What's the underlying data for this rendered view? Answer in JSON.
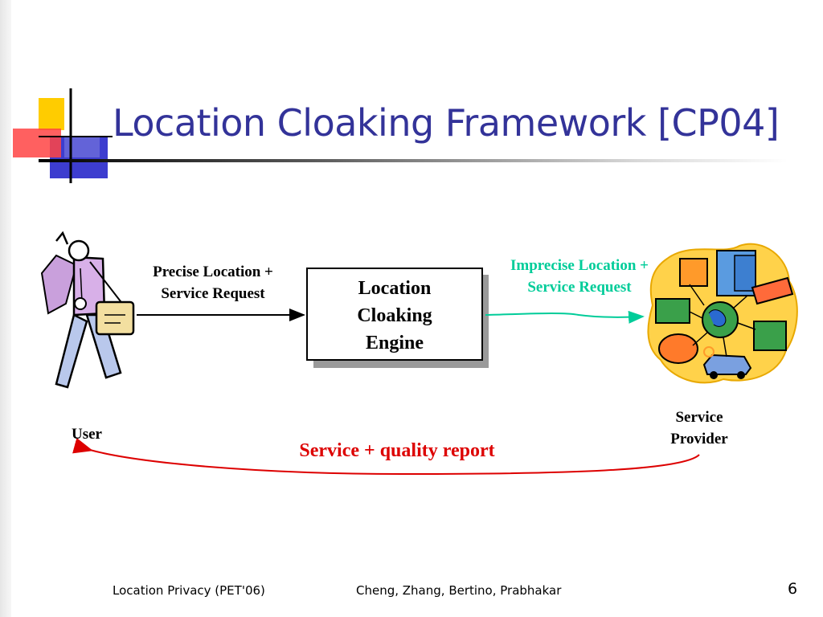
{
  "slide": {
    "title": "Location Cloaking Framework [CP04]",
    "footer_left": "Location Privacy (PET'06)",
    "footer_center": "Cheng, Zhang, Bertino, Prabhakar",
    "page_number": "6"
  },
  "diagram": {
    "user_label": "User",
    "engine_line1": "Location",
    "engine_line2": "Cloaking",
    "engine_line3": "Engine",
    "request_line1": "Precise Location +",
    "request_line2": "Service Request",
    "forward_line1": "Imprecise Location +",
    "forward_line2": "Service Request",
    "provider_line1": "Service",
    "provider_line2": "Provider",
    "report_label": "Service + quality report"
  },
  "colors": {
    "title": "#333399",
    "forward_arrow": "#00cc99",
    "report": "#dd0000",
    "deco_yellow": "#ffcc00",
    "deco_blue": "#3333cc",
    "deco_red": "#ff3333"
  },
  "icons": {
    "user": "businessman-on-phone-icon",
    "provider": "world-services-cluster-icon"
  }
}
